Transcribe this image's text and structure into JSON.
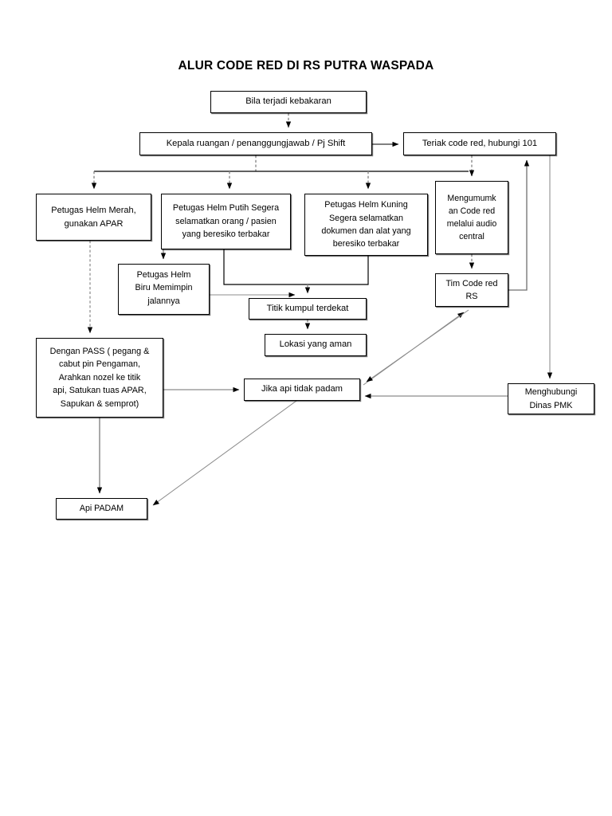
{
  "document": {
    "title": "ALUR CODE RED DI RS PUTRA WASPADA"
  },
  "nodes": {
    "kebakaran": "Bila terjadi kebakaran",
    "kepala": "Kepala ruangan / penanggungjawab / Pj Shift",
    "teriak": "Teriak code red, hubungi 101",
    "helm_merah_l1": "Petugas Helm  Merah,",
    "helm_merah_l2": "gunakan APAR",
    "helm_putih_l1": "Petugas Helm Putih Segera",
    "helm_putih_l2": "selamatkan orang / pasien",
    "helm_putih_l3": "yang beresiko terbakar",
    "helm_kuning_l1": "Petugas Helm Kuning",
    "helm_kuning_l2": "Segera selamatkan",
    "helm_kuning_l3": "dokumen dan alat yang",
    "helm_kuning_l4": "beresiko terbakar",
    "audio_l1": "Mengumumk",
    "audio_l2": "an Code red",
    "audio_l3": "melalui audio",
    "audio_l4": "central",
    "helm_biru_l1": "Petugas Helm",
    "helm_biru_l2": "Biru Memimpin",
    "helm_biru_l3": "jalannya",
    "titik_kumpul": "Titik kumpul terdekat",
    "tim_code_red_l1": "Tim Code red",
    "tim_code_red_l2": "RS",
    "lokasi_aman": "Lokasi yang aman",
    "pass_l1": "Dengan PASS ( pegang &",
    "pass_l2": "cabut pin Pengaman,",
    "pass_l3": "Arahkan nozel ke titik",
    "pass_l4": "api, Satukan tuas APAR,",
    "pass_l5": "Sapukan & semprot)",
    "jika_tidak_padam": "Jika api tidak padam",
    "pmk_l1": "Menghubungi",
    "pmk_l2": "Dinas PMK",
    "api_padam": "Api PADAM"
  },
  "colors": {
    "line_solid": "#000000",
    "line_dashed": "#7f7f7f",
    "border": "#000000",
    "background": "#ffffff",
    "text": "#000000"
  },
  "chart_data": {
    "type": "diagram",
    "title": "ALUR CODE RED DI RS PUTRA WASPADA",
    "diagram_kind": "flowchart",
    "nodes": [
      {
        "id": "kebakaran",
        "label": "Bila terjadi kebakaran"
      },
      {
        "id": "kepala",
        "label": "Kepala ruangan / penanggungjawab / Pj Shift"
      },
      {
        "id": "teriak",
        "label": "Teriak code red, hubungi 101"
      },
      {
        "id": "helm_merah",
        "label": "Petugas Helm  Merah, gunakan APAR"
      },
      {
        "id": "helm_putih",
        "label": "Petugas Helm Putih Segera selamatkan orang / pasien yang beresiko terbakar"
      },
      {
        "id": "helm_kuning",
        "label": "Petugas Helm Kuning Segera selamatkan dokumen dan alat yang beresiko terbakar"
      },
      {
        "id": "audio",
        "label": "Mengumumkan Code red melalui audio central"
      },
      {
        "id": "helm_biru",
        "label": "Petugas Helm Biru Memimpin jalannya"
      },
      {
        "id": "titik_kumpul",
        "label": "Titik kumpul terdekat"
      },
      {
        "id": "tim_code_red",
        "label": "Tim Code red RS"
      },
      {
        "id": "lokasi_aman",
        "label": "Lokasi yang aman"
      },
      {
        "id": "pass",
        "label": "Dengan PASS ( pegang & cabut pin Pengaman, Arahkan nozel ke titik api, Satukan tuas APAR, Sapukan & semprot)"
      },
      {
        "id": "jika_tidak_padam",
        "label": "Jika api tidak padam"
      },
      {
        "id": "pmk",
        "label": "Menghubungi Dinas PMK"
      },
      {
        "id": "api_padam",
        "label": "Api PADAM"
      }
    ],
    "edges": [
      {
        "from": "kebakaran",
        "to": "kepala"
      },
      {
        "from": "kepala",
        "to": "teriak"
      },
      {
        "from": "kepala",
        "to": "helm_merah"
      },
      {
        "from": "kepala",
        "to": "helm_putih"
      },
      {
        "from": "kepala",
        "to": "helm_kuning"
      },
      {
        "from": "teriak",
        "to": "audio"
      },
      {
        "from": "helm_putih",
        "to": "helm_biru"
      },
      {
        "from": "helm_putih",
        "to": "titik_kumpul"
      },
      {
        "from": "helm_kuning",
        "to": "titik_kumpul"
      },
      {
        "from": "helm_biru",
        "to": "titik_kumpul"
      },
      {
        "from": "audio",
        "to": "tim_code_red"
      },
      {
        "from": "titik_kumpul",
        "to": "lokasi_aman"
      },
      {
        "from": "helm_merah",
        "to": "pass"
      },
      {
        "from": "pass",
        "to": "jika_tidak_padam"
      },
      {
        "from": "pass",
        "to": "api_padam"
      },
      {
        "from": "jika_tidak_padam",
        "to": "tim_code_red"
      },
      {
        "from": "jika_tidak_padam",
        "to": "api_padam"
      },
      {
        "from": "tim_code_red",
        "to": "teriak"
      },
      {
        "from": "teriak",
        "to": "pmk"
      },
      {
        "from": "pmk",
        "to": "jika_tidak_padam"
      }
    ]
  }
}
